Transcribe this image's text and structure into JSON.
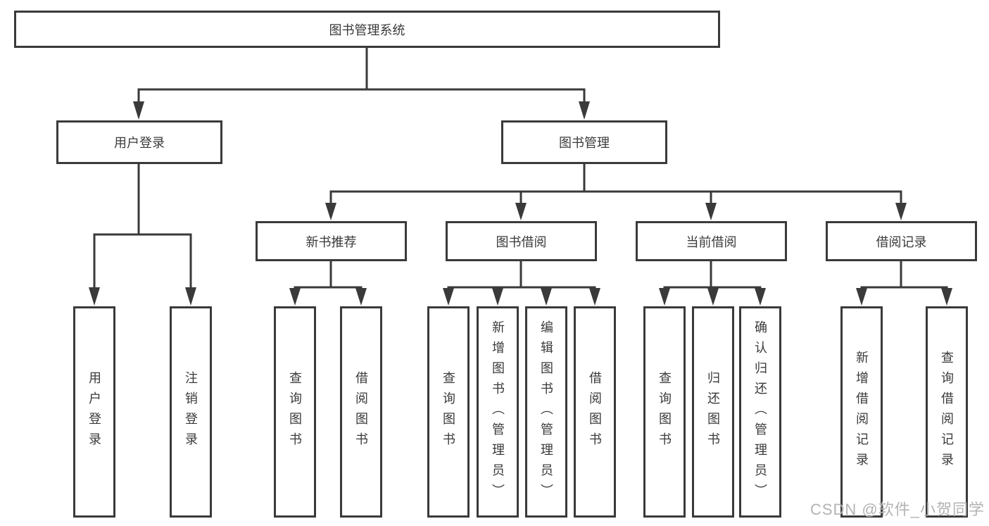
{
  "tree": {
    "root": {
      "label": "图书管理系统"
    },
    "branches": [
      {
        "label": "用户登录",
        "children": [
          {
            "label": "用户登录"
          },
          {
            "label": "注销登录"
          }
        ]
      },
      {
        "label": "图书管理",
        "children": [
          {
            "label": "新书推荐",
            "children": [
              {
                "label": "查询图书"
              },
              {
                "label": "借阅图书"
              }
            ]
          },
          {
            "label": "图书借阅",
            "children": [
              {
                "label": "查询图书"
              },
              {
                "label": "新增图书（管理员）"
              },
              {
                "label": "编辑图书（管理员）"
              },
              {
                "label": "借阅图书"
              }
            ]
          },
          {
            "label": "当前借阅",
            "children": [
              {
                "label": "查询图书"
              },
              {
                "label": "归还图书"
              },
              {
                "label": "确认归还（管理员）"
              }
            ]
          },
          {
            "label": "借阅记录",
            "children": [
              {
                "label": "新增借阅记录"
              },
              {
                "label": "查询借阅记录"
              }
            ]
          }
        ]
      }
    ]
  },
  "style": {
    "line_color": "#3a3a3a",
    "box_fill": "#ffffff",
    "text_color": "#3a3a3a",
    "watermark_color": "#b3b3b3"
  },
  "watermark": "CSDN @软件_小贺同学"
}
